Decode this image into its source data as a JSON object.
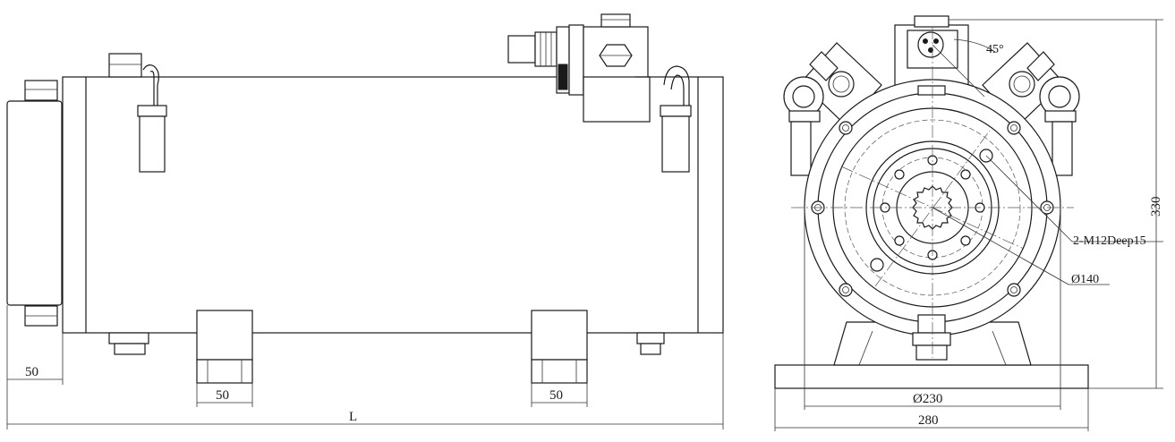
{
  "side_view": {
    "dim_flange_width": "50",
    "dim_foot_left": "50",
    "dim_foot_right": "50",
    "dim_total_length": "L"
  },
  "front_view": {
    "dim_angle": "45°",
    "dim_height": "330",
    "dim_tapped_holes": "2-M12Deep15",
    "dim_bolt_circle": "Ø140",
    "dim_outer_diameter": "Ø230",
    "dim_base_width": "280"
  }
}
